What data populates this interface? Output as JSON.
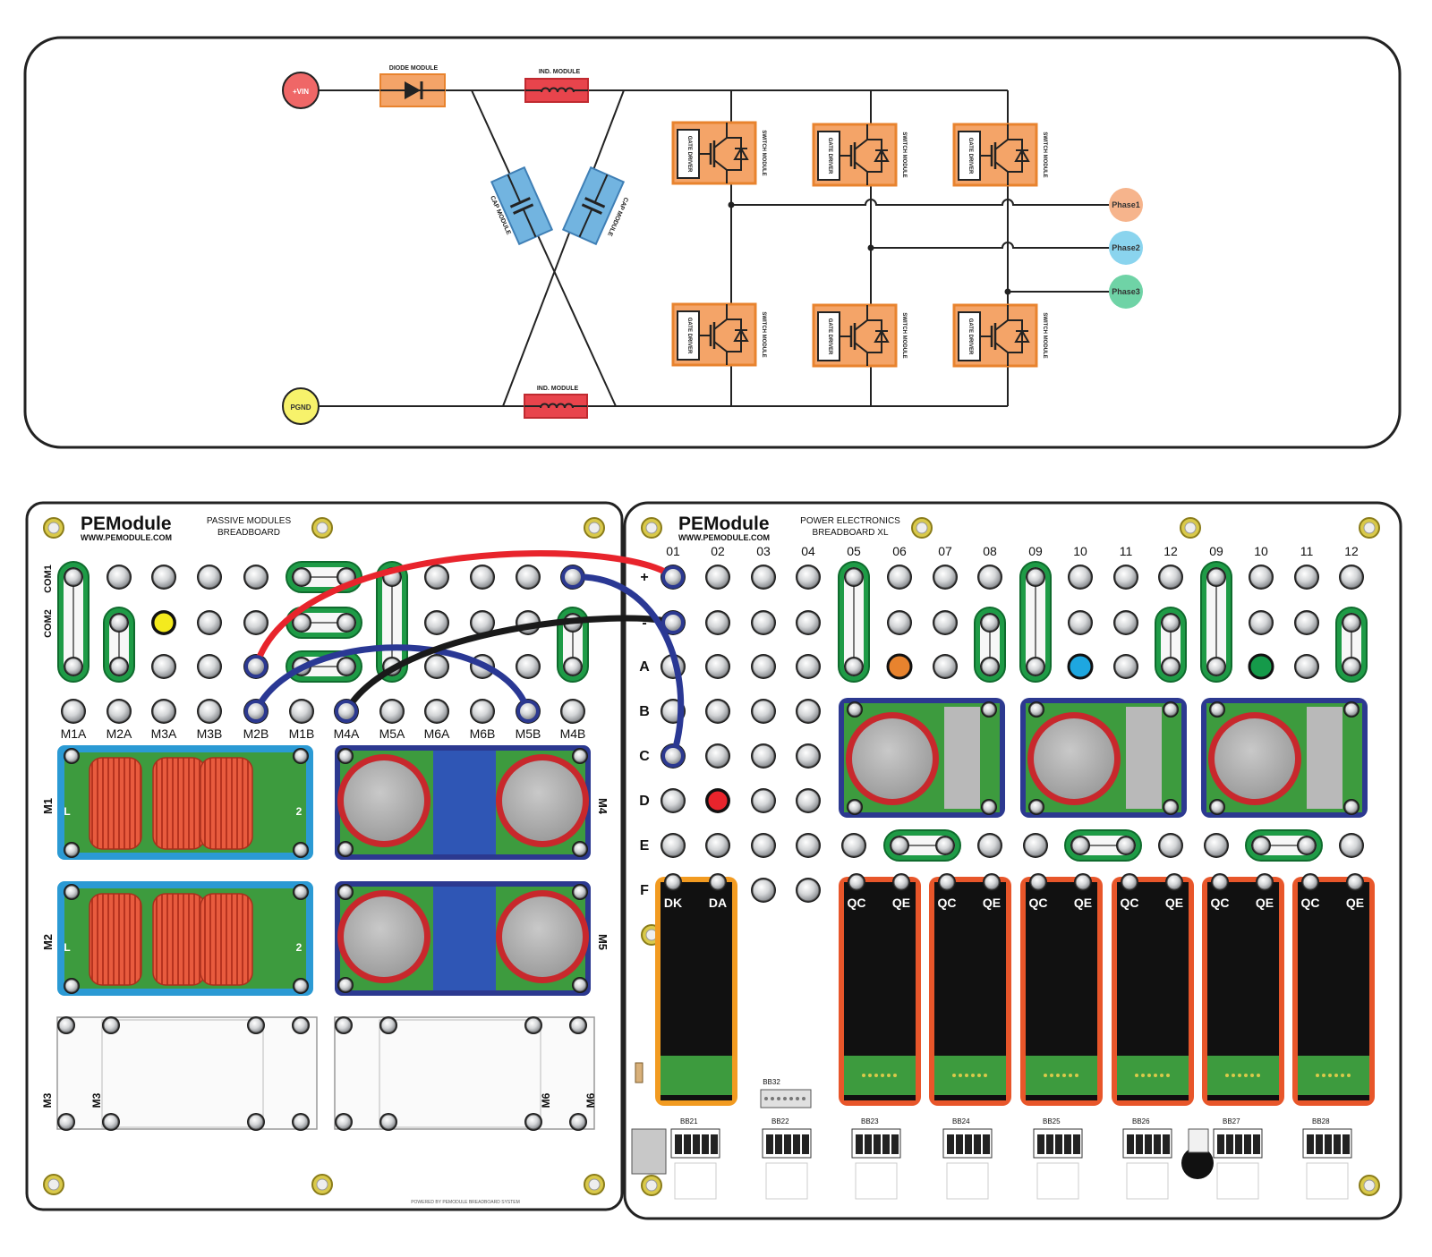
{
  "schematic": {
    "vin_label": "+VIN",
    "pgnd_label": "PGND",
    "diode_label": "DIODE MODULE",
    "ind_label": "IND. MODULE",
    "cap_label": "CAP MODULE",
    "gate_driver_label": "GATE DRIVER",
    "switch_label": "SWITCH MODULE",
    "phases": [
      {
        "label": "Phase1",
        "color": "#f6b48c"
      },
      {
        "label": "Phase2",
        "color": "#8ad4ee"
      },
      {
        "label": "Phase3",
        "color": "#6fd3a6"
      }
    ]
  },
  "passive_board": {
    "brand": "PEModule",
    "url": "WWW.PEMODULE.COM",
    "title_line1": "PASSIVE MODULES",
    "title_line2": "BREADBOARD",
    "row_labels": [
      "COM1",
      "COM2"
    ],
    "col_labels": [
      "M1A",
      "M2A",
      "M3A",
      "M3B",
      "M2B",
      "M1B",
      "M4A",
      "M5A",
      "M6A",
      "M6B",
      "M5B",
      "M4B"
    ],
    "module_labels": [
      "M1",
      "M2",
      "M3",
      "M3",
      "M4",
      "M5",
      "M6",
      "M6"
    ],
    "footer": "POWERED BY PEMODULE BREADBOARD SYSTEM"
  },
  "power_board": {
    "brand": "PEModule",
    "url": "WWW.PEMODULE.COM",
    "title_line1": "POWER ELECTRONICS",
    "title_line2": "BREADBOARD XL",
    "col_labels": [
      "01",
      "02",
      "03",
      "04",
      "05",
      "06",
      "07",
      "08",
      "09",
      "10",
      "11",
      "12",
      "09",
      "10",
      "11",
      "12"
    ],
    "row_labels": [
      "+",
      "-",
      "A",
      "B",
      "C",
      "D",
      "E",
      "F"
    ],
    "diode_pins": [
      "DK",
      "DA"
    ],
    "switch_pins": [
      "QC",
      "QE"
    ],
    "bb_labels": [
      "BB21",
      "BB22",
      "BB23",
      "BB24",
      "BB25",
      "BB26",
      "BB27",
      "BB28"
    ],
    "bb32_label": "BB32"
  },
  "colors": {
    "switch_orange": "#f4a468",
    "switch_border": "#e8832e",
    "diode_orange": "#f4a468",
    "inductor_red": "#e8444c",
    "cap_blue": "#72b4e0",
    "vin_red": "#ef6767",
    "pgnd_yellow": "#f7f26b",
    "wire_red": "#e8242c",
    "wire_blue": "#2a3894",
    "wire_black": "#1a1a1a",
    "jumper_green": "#1e9b46"
  }
}
